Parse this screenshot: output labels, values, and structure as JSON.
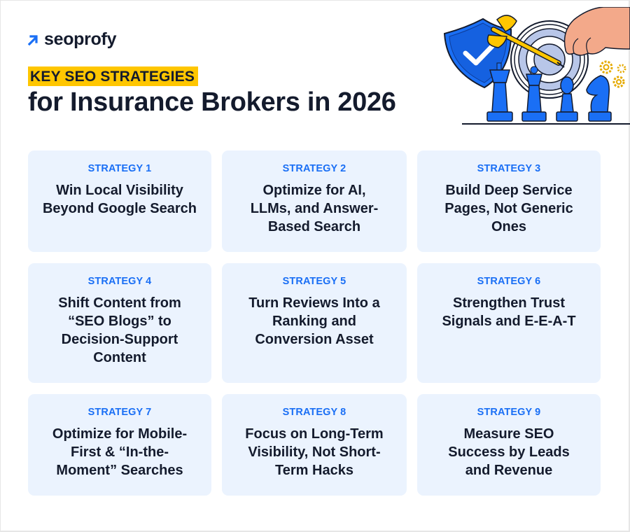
{
  "brand": {
    "name": "seoprofy",
    "accent_color": "#1a6ff5",
    "highlight_color": "#ffc600"
  },
  "header": {
    "badge": "KEY SEO STRATEGIES",
    "title": "for Insurance Brokers in 2026"
  },
  "illustration": {
    "elements": [
      "shield-check-icon",
      "dart-icon",
      "target-icon",
      "hand-icon",
      "chess-king-icon",
      "chess-queen-icon",
      "chess-bishop-icon",
      "chess-knight-icon",
      "gears-icon"
    ]
  },
  "strategies": [
    {
      "label": "STRATEGY 1",
      "title": "Win Local Visibility Beyond Google Search"
    },
    {
      "label": "STRATEGY 2",
      "title": "Optimize for AI, LLMs, and Answer-Based Search"
    },
    {
      "label": "STRATEGY 3",
      "title": "Build Deep Service Pages, Not Generic Ones"
    },
    {
      "label": "STRATEGY 4",
      "title": "Shift Content from “SEO Blogs” to Decision-Support Content"
    },
    {
      "label": "STRATEGY 5",
      "title": "Turn Reviews Into a Ranking and Conversion Asset"
    },
    {
      "label": "STRATEGY 6",
      "title": "Strengthen Trust Signals and E-E-A-T"
    },
    {
      "label": "STRATEGY 7",
      "title": "Optimize for Mobile-First & “In-the-Moment” Searches"
    },
    {
      "label": "STRATEGY 8",
      "title": "Focus on Long-Term Visibility, Not Short-Term Hacks"
    },
    {
      "label": "STRATEGY 9",
      "title": "Measure SEO Success by Leads and Revenue"
    }
  ]
}
